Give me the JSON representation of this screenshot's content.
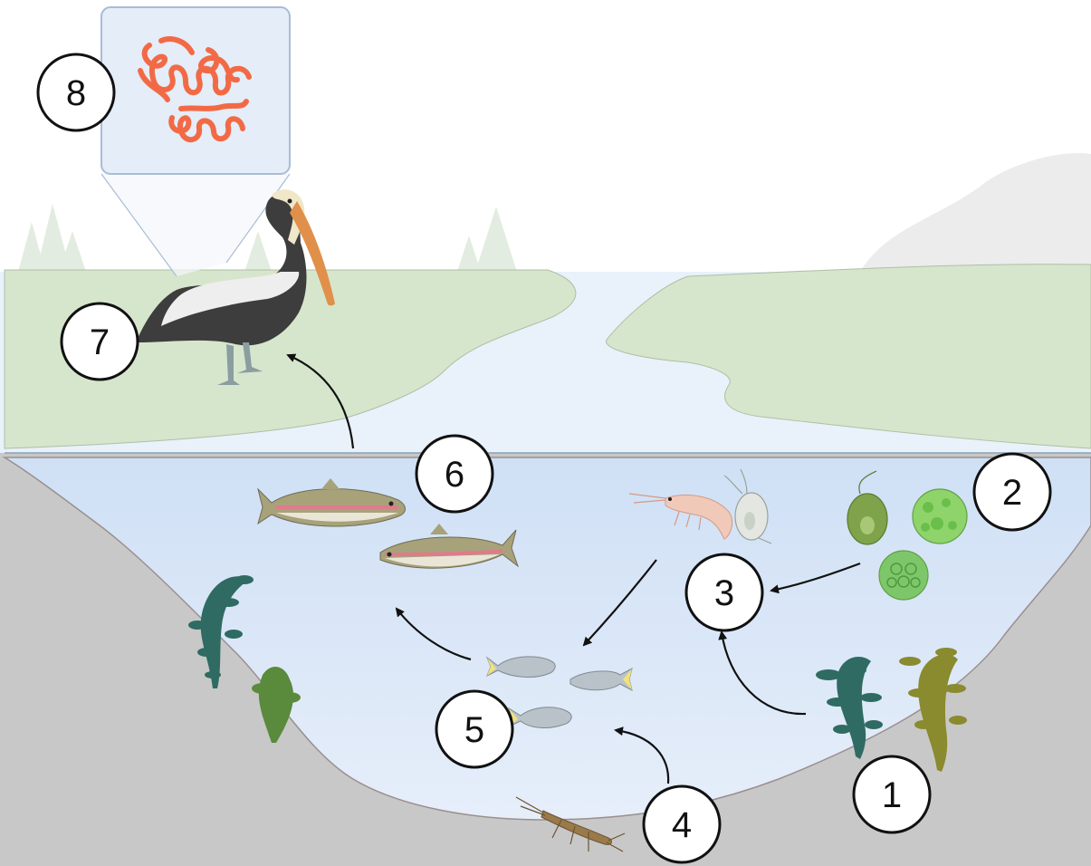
{
  "diagram": {
    "labels": [
      {
        "id": "producers",
        "text": "1"
      },
      {
        "id": "phytoplankton",
        "text": "2"
      },
      {
        "id": "zooplankton",
        "text": "3"
      },
      {
        "id": "insect-larva",
        "text": "4"
      },
      {
        "id": "small-fish",
        "text": "5"
      },
      {
        "id": "trout",
        "text": "6"
      },
      {
        "id": "pelican",
        "text": "7"
      },
      {
        "id": "parasites",
        "text": "8"
      }
    ],
    "colors": {
      "sky": "#ffffff",
      "land": "#d6e6cc",
      "river": "#e9f1fb",
      "lake": "#d3e3f6",
      "ground": "#c8c8c8",
      "inset_box": "#e4edf8",
      "parasite": "#f26a45",
      "arrow": "#111111"
    }
  }
}
